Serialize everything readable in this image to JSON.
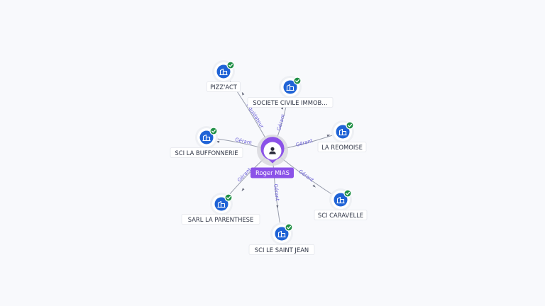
{
  "center": {
    "name": "Roger MIAS",
    "icon": "person-icon",
    "color": "#8b52e8"
  },
  "nodes": [
    {
      "id": "pizzact",
      "name": "PIZZ'ACT",
      "role": "Liquidateur",
      "icon": "building-icon",
      "verified": true
    },
    {
      "id": "societe",
      "name": "SOCIETE CIVILE IMMOB…",
      "role": "Gérant",
      "icon": "building-icon",
      "verified": true
    },
    {
      "id": "reomoise",
      "name": "LA REOMOISE",
      "role": "Gérant",
      "icon": "building-icon",
      "verified": true
    },
    {
      "id": "buffonnerie",
      "name": "SCI LA BUFFONNERIE",
      "role": "Gérant",
      "icon": "building-icon",
      "verified": true
    },
    {
      "id": "caravelle",
      "name": "SCI CARAVELLE",
      "role": "Gérant",
      "icon": "building-icon",
      "verified": true
    },
    {
      "id": "parenthese",
      "name": "SARL LA PARENTHESE",
      "role": "Gérant",
      "icon": "building-icon",
      "verified": true
    },
    {
      "id": "saintjean",
      "name": "SCI LE SAINT JEAN",
      "role": "Gérant",
      "icon": "building-icon",
      "verified": true
    }
  ],
  "colors": {
    "company": "#1f63d6",
    "verified": "#1f8f45",
    "edge_label": "#6a5fd8",
    "background": "#f8f9fc"
  }
}
